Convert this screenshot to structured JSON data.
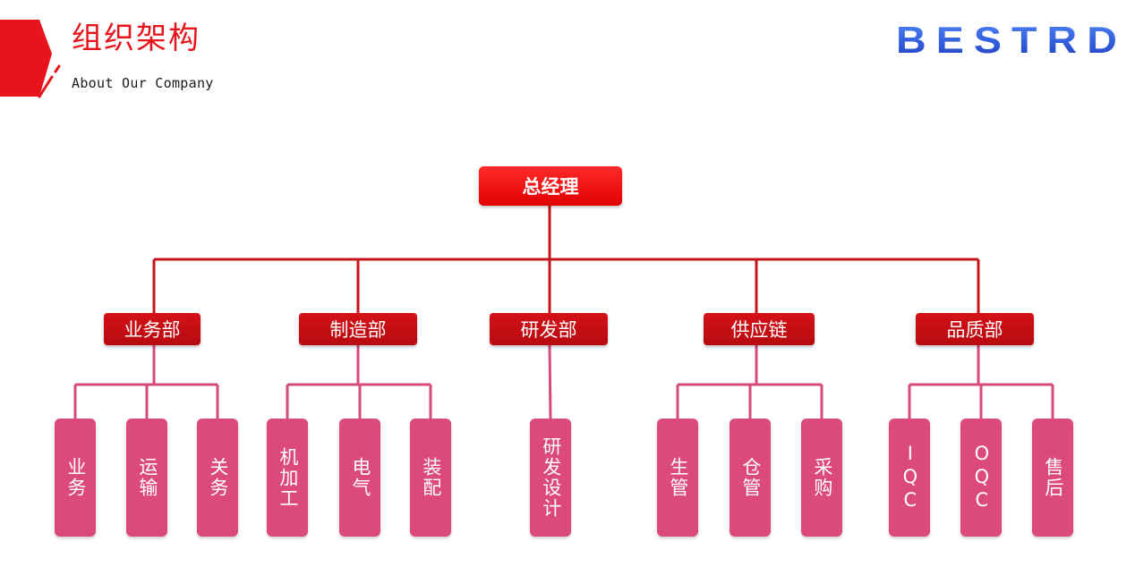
{
  "header": {
    "title": "组织架构",
    "subtitle": "About Our Company",
    "brand": "BESTRD",
    "accent_color": "#e8141b",
    "brand_color": "#2f5be0"
  },
  "org": {
    "top": "总经理",
    "departments": [
      {
        "name": "业务部",
        "children": [
          "业务",
          "运输",
          "关务"
        ]
      },
      {
        "name": "制造部",
        "children": [
          "机加工",
          "电气",
          "装配"
        ]
      },
      {
        "name": "研发部",
        "children": [
          "研发设计"
        ]
      },
      {
        "name": "供应链",
        "children": [
          "生管",
          "仓管",
          "采购"
        ]
      },
      {
        "name": "品质部",
        "children": [
          "IQC",
          "OQC",
          "售后"
        ]
      }
    ]
  },
  "colors": {
    "top_node": "#ff0000",
    "dept_node": "#c80c12",
    "leaf_node": "#dc4a7c",
    "top_line": "#c4141b",
    "leaf_line": "#d64a7a"
  }
}
